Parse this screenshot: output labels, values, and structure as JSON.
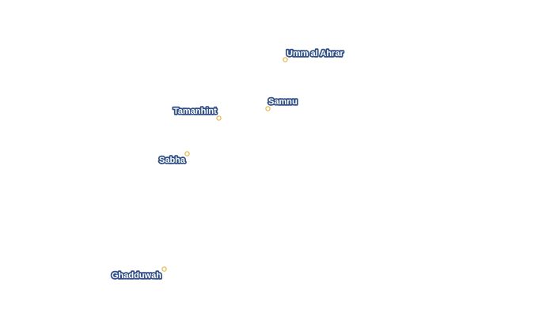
{
  "map": {
    "colors": {
      "background": "#ffffff",
      "marker_stroke": "#e6b94e",
      "label_fill": "#ffffff",
      "label_halo": "#2f4f86"
    },
    "places": [
      {
        "name": "Umm al Ahrar"
      },
      {
        "name": "Samnu"
      },
      {
        "name": "Tamanhint"
      },
      {
        "name": "Sabha"
      },
      {
        "name": "Ghadduwah"
      }
    ]
  }
}
